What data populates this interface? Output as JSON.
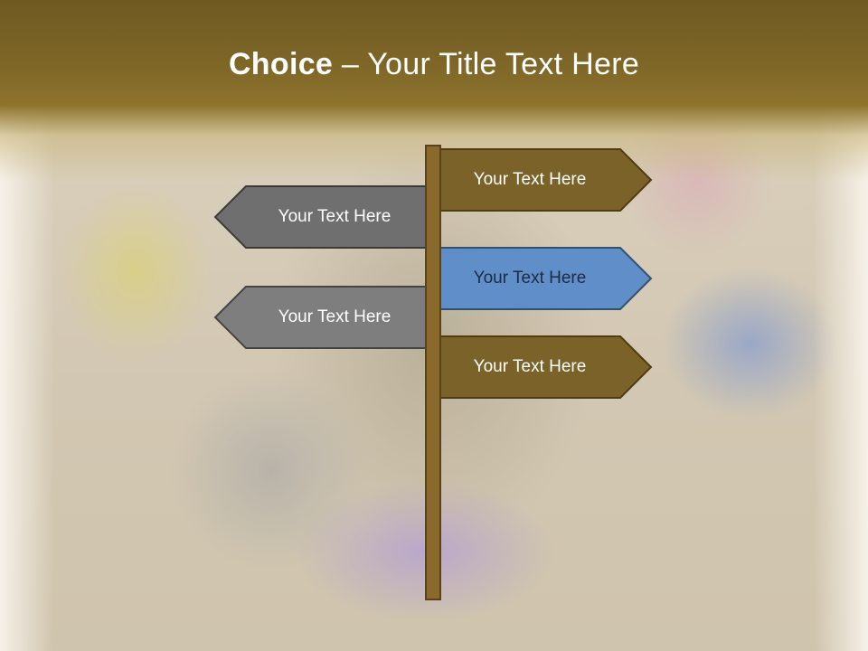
{
  "slide": {
    "title_bold": "Choice",
    "title_rest": " – Your Title Text Here"
  },
  "signs": [
    {
      "label": "Your Text Here",
      "side": "right",
      "color": "#7b6228"
    },
    {
      "label": "Your Text Here",
      "side": "left",
      "color": "#6f6f6f"
    },
    {
      "label": "Your Text Here",
      "side": "right",
      "color": "#5f8ec9"
    },
    {
      "label": "Your Text Here",
      "side": "left",
      "color": "#7e7e7e"
    },
    {
      "label": "Your Text Here",
      "side": "right",
      "color": "#7b6228"
    }
  ]
}
